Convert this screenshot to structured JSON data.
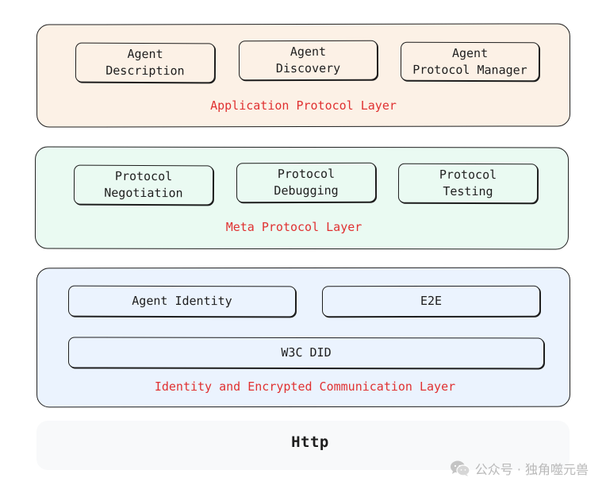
{
  "application_layer": {
    "label": "Application Protocol Layer",
    "boxes": [
      "Agent\nDescription",
      "Agent\nDiscovery",
      "Agent\nProtocol Manager"
    ]
  },
  "meta_layer": {
    "label": "Meta Protocol Layer",
    "boxes": [
      "Protocol\nNegotiation",
      "Protocol\nDebugging",
      "Protocol\nTesting"
    ]
  },
  "identity_layer": {
    "label": "Identity and Encrypted Communication Layer",
    "boxes": [
      "Agent Identity",
      "E2E",
      "W3C DID"
    ]
  },
  "transport": {
    "label": "Http"
  },
  "watermark": {
    "icon": "wechat-icon",
    "text": "公众号 · 独角噬元兽"
  },
  "colors": {
    "application_fill": "#fcf1e6",
    "meta_fill": "#eafaf2",
    "identity_fill": "#ebf3fe",
    "transport_fill": "#f8f9fa",
    "label_red": "#e03131",
    "stroke": "#1e1e1e"
  }
}
